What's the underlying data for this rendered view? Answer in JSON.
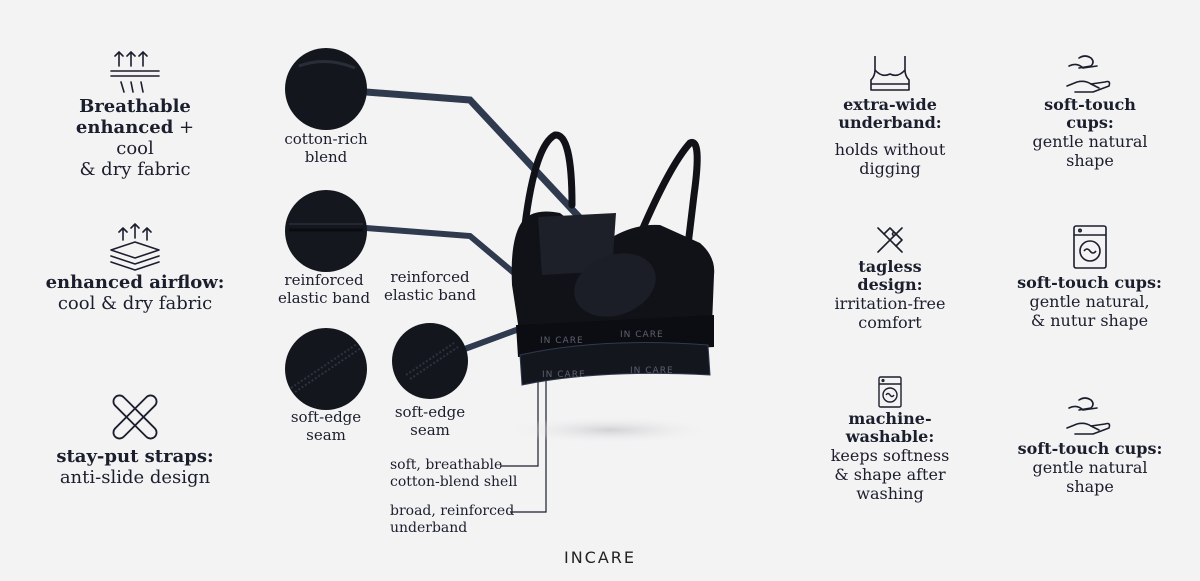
{
  "left_features": [
    {
      "bold": "Breathable",
      "bold2": "enhanced",
      "inline": " + cool",
      "desc": "& dry fabric",
      "icon": "breathable-arrows-icon"
    },
    {
      "bold": "enhanced airflow:",
      "desc": "cool & dry fabric",
      "icon": "airflow-layers-icon"
    },
    {
      "bold": "stay-put straps:",
      "desc": "anti-slide design",
      "icon": "crossed-straps-icon"
    }
  ],
  "callouts": [
    {
      "text1": "cotton-rich",
      "text2": "blend"
    },
    {
      "text1": "reinforced",
      "text2": "elastic band"
    },
    {
      "text1": "reinforced",
      "text2": "elastic band"
    },
    {
      "text1": "soft-edge",
      "text2": "seam"
    },
    {
      "text1": "soft-edge",
      "text2": "seam"
    },
    {
      "text1": "soft, breathable",
      "text2": "cotton-blend shell"
    },
    {
      "text1": "broad, reinforced",
      "text2": "underband"
    }
  ],
  "product": {
    "band_text": "IN CARE",
    "colors": {
      "fabric": "#101218",
      "accent": "#2f3a4f",
      "background": "#f3f3f4"
    }
  },
  "right_features": [
    {
      "bold1": "extra-wide",
      "bold2": "underband:",
      "desc1": "holds without",
      "desc2": "digging",
      "icon": "bra-outline-icon"
    },
    {
      "bold1": "soft-touch",
      "bold2": "cups:",
      "desc1": "gentle natural",
      "desc2": "shape",
      "icon": "hand-touch-icon"
    },
    {
      "bold1": "tagless",
      "bold2": "design:",
      "desc1": "irritation-free",
      "desc2": "comfort",
      "icon": "no-tag-icon"
    },
    {
      "bold1": "soft-touch cups:",
      "desc1": "gentle natural,",
      "desc2": "& nutur shape",
      "icon": "washing-machine-icon"
    },
    {
      "bold1": "machine-",
      "bold2": "washable:",
      "desc1": "keeps softness",
      "desc2": "& shape after",
      "desc3": "washing",
      "icon": "washing-machine-icon"
    },
    {
      "bold1": "soft-touch cups:",
      "desc1": "gentle natural",
      "desc2": "shape",
      "icon": "hand-touch-icon"
    }
  ],
  "brand": "INCARE"
}
